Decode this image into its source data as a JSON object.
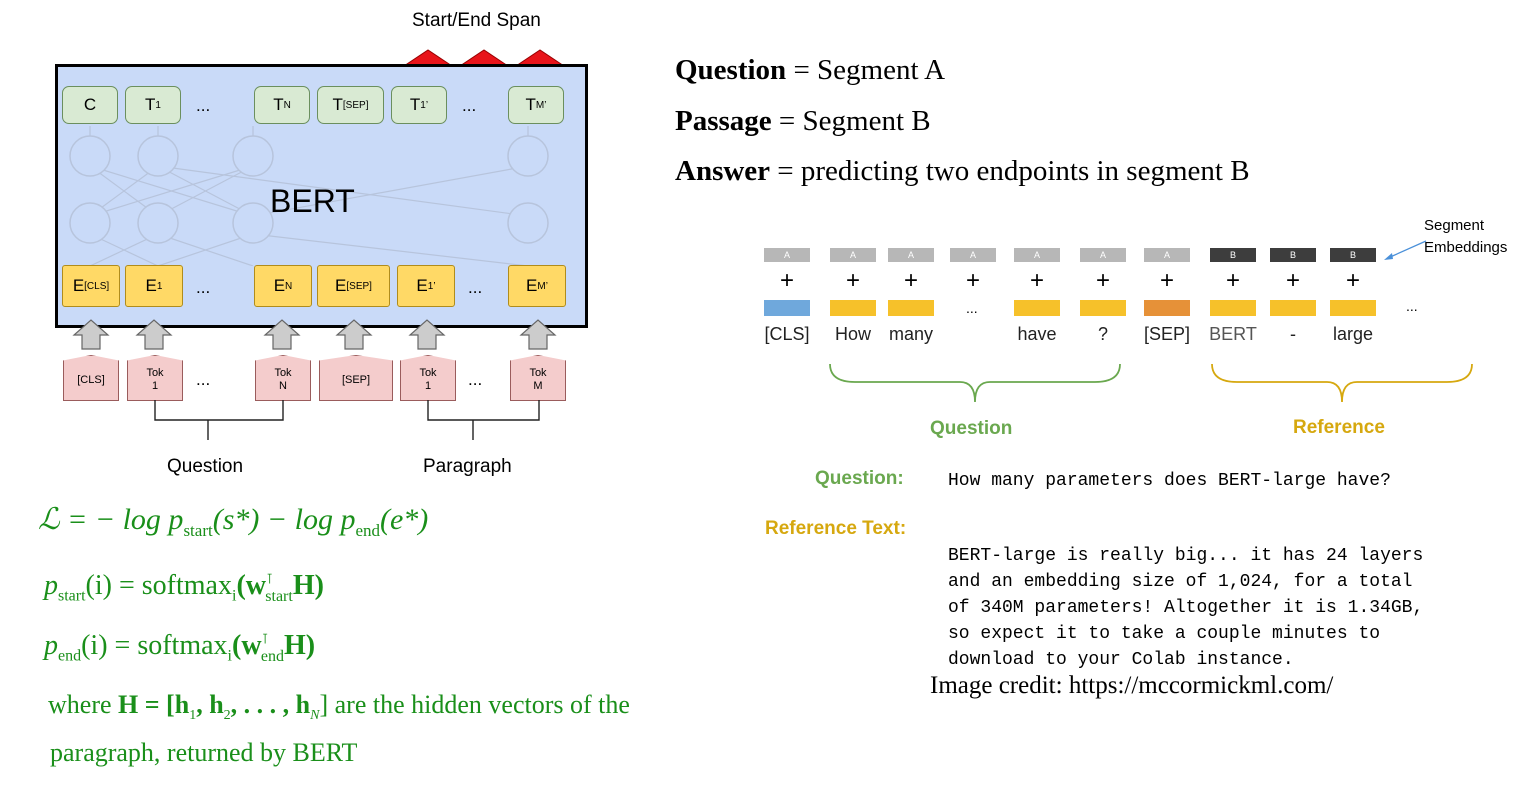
{
  "diagram": {
    "top_label": "Start/End Span",
    "bert_label": "BERT",
    "outputs": [
      "C",
      "T",
      "1",
      "N",
      "[SEP]",
      "T",
      "1’",
      "T",
      "M’"
    ],
    "out_dots": "...",
    "embeddings": [
      "E",
      "[CLS]",
      "E",
      "1",
      "E",
      "N",
      "E",
      "[SEP]",
      "E",
      "1’",
      "E",
      "M’"
    ],
    "inputs": {
      "cls": "[CLS]",
      "tok1_a": "Tok",
      "tok1_b": "1",
      "tokN_a": "Tok",
      "tokN_b": "N",
      "sep": "[SEP]",
      "tok1p_a": "Tok",
      "tok1p_b": "1",
      "tokM_a": "Tok",
      "tokM_b": "M"
    },
    "question_label": "Question",
    "paragraph_label": "Paragraph"
  },
  "right": {
    "q_bold": "Question",
    "q_rest": " = Segment A",
    "p_bold": "Passage",
    "p_rest": " = Segment B",
    "a_bold": "Answer",
    "a_rest": " = predicting two endpoints in segment B"
  },
  "segment_fig": {
    "seg_note_1": "Segment",
    "seg_note_2": "Embeddings",
    "seg_letters": [
      "A",
      "A",
      "A",
      "A",
      "A",
      "A",
      "A",
      "B",
      "B",
      "B"
    ],
    "tokens": [
      "[CLS]",
      "How",
      "many",
      "...",
      "have",
      "?",
      "[SEP]",
      "BERT",
      "-",
      "large"
    ],
    "trailing_dots": "...",
    "question_group": "Question",
    "reference_group": "Reference",
    "question_label": "Question:",
    "question_text": "How many parameters does BERT-large have?",
    "reference_label": "Reference Text:",
    "reference_lines": [
      "BERT-large is really big... it has 24 layers",
      "and an embedding size of 1,024, for a total",
      "of 340M parameters! Altogether it is 1.34GB,",
      "so expect it to take a couple minutes to",
      "download to your Colab instance."
    ]
  },
  "credit": "Image credit: https://mccormickml.com/",
  "formulas": {
    "loss": "ℒ = − log p",
    "loss_sub1": "start",
    "loss_mid": "(s*) − log p",
    "loss_sub2": "end",
    "loss_end": "(e*)",
    "pstart_a": "p",
    "pstart_sub": "start",
    "pstart_b": "(i) = softmax",
    "pstart_i": "i",
    "pstart_c": "(w",
    "pstart_sup": "⊺",
    "pstart_wsub": "start",
    "pstart_d": "H)",
    "pend_a": "p",
    "pend_sub": "end",
    "pend_b": "(i) = softmax",
    "pend_i": "i",
    "pend_c": "(w",
    "pend_sup": "⊺",
    "pend_wsub": "end",
    "pend_d": "H)",
    "where_1": "where ",
    "where_H": "H = [h",
    "where_s1": "1",
    "where_h2": ", h",
    "where_s2": "2",
    "where_mid": ", . . . , h",
    "where_sN": "N",
    "where_end": "]",
    "where_2": " are the  hidden vectors of the",
    "where_line2": "paragraph, returned by BERT"
  }
}
